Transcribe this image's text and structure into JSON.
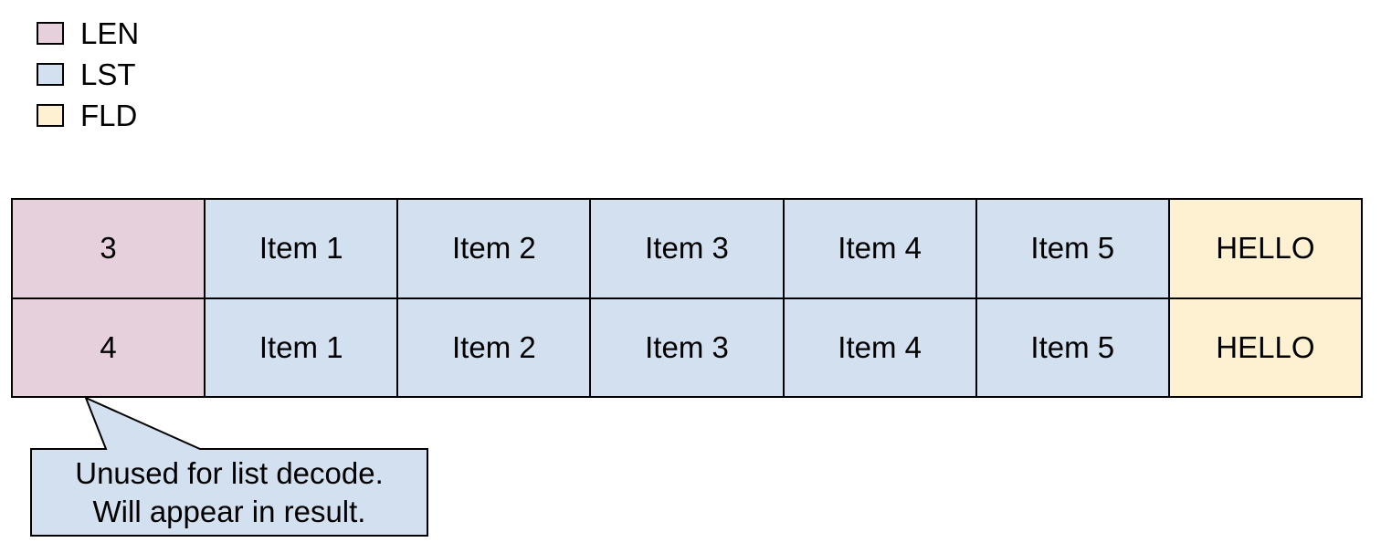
{
  "colors": {
    "LEN": "#e6d0dc",
    "LST": "#d3e0ef",
    "FLD": "#fdf1d1",
    "callout_fill": "#d3e0ef",
    "border": "#000000"
  },
  "legend": [
    {
      "label": "LEN",
      "color_key": "LEN"
    },
    {
      "label": "LST",
      "color_key": "LST"
    },
    {
      "label": "FLD",
      "color_key": "FLD"
    }
  ],
  "rows": [
    {
      "cells": [
        {
          "text": "3",
          "type": "LEN"
        },
        {
          "text": "Item 1",
          "type": "LST"
        },
        {
          "text": "Item 2",
          "type": "LST"
        },
        {
          "text": "Item 3",
          "type": "LST"
        },
        {
          "text": "Item 4",
          "type": "LST"
        },
        {
          "text": "Item 5",
          "type": "LST"
        },
        {
          "text": "HELLO",
          "type": "FLD"
        }
      ]
    },
    {
      "cells": [
        {
          "text": "4",
          "type": "LEN"
        },
        {
          "text": "Item 1",
          "type": "LST"
        },
        {
          "text": "Item 2",
          "type": "LST"
        },
        {
          "text": "Item 3",
          "type": "LST"
        },
        {
          "text": "Item 4",
          "type": "LST"
        },
        {
          "text": "Item 5",
          "type": "LST"
        },
        {
          "text": "HELLO",
          "type": "FLD"
        }
      ]
    }
  ],
  "callout": {
    "line1": "Unused for list decode.",
    "line2": "Will appear in result."
  }
}
